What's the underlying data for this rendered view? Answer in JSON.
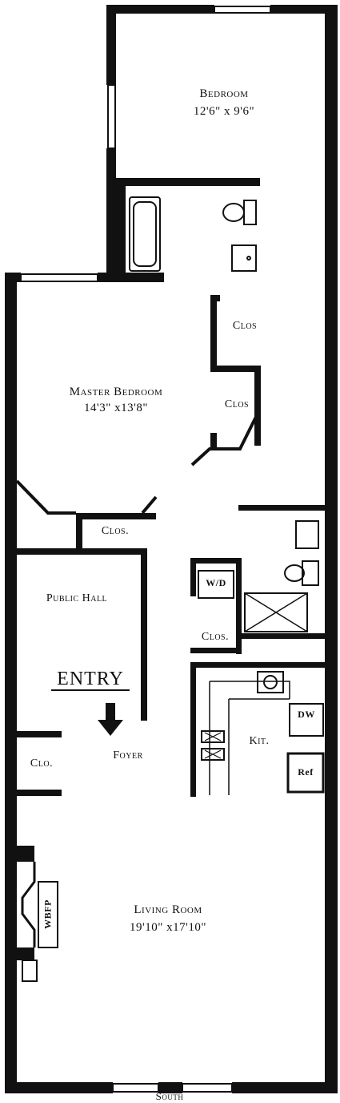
{
  "rooms": {
    "bedroom": {
      "name": "Bedroom",
      "size": "12'6\" x 9'6\""
    },
    "master_bedroom": {
      "name": "Master Bedroom",
      "size": "14'3\" x13'8\""
    },
    "public_hall": {
      "name": "Public Hall"
    },
    "foyer": {
      "name": "Foyer"
    },
    "kitchen": {
      "name": "Kit."
    },
    "living_room": {
      "name": "Living Room",
      "size": "19'10\" x17'10\""
    }
  },
  "closets": {
    "clos_upper": "Clos",
    "clos_lower": "Clos",
    "clos_master": "Clos.",
    "clos_laundry": "Clos.",
    "clo_foyer": "Clo."
  },
  "entry_label": "ENTRY",
  "fixtures": {
    "washer_dryer": "W/D",
    "dishwasher": "DW",
    "refrigerator": "Ref",
    "fireplace": "WBFP"
  },
  "orientation": "South"
}
